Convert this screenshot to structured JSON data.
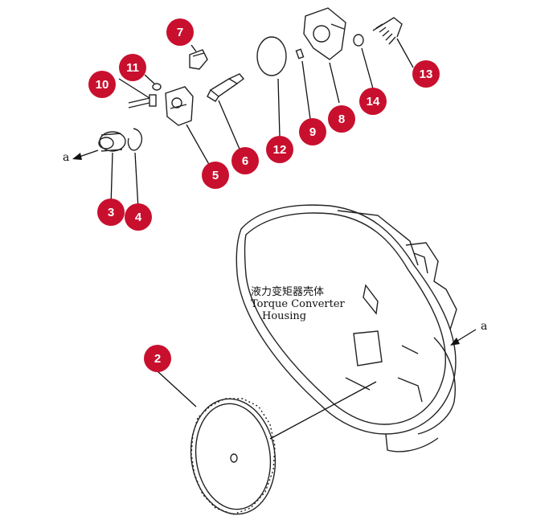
{
  "callouts": [
    {
      "id": "2",
      "label": "2"
    },
    {
      "id": "3",
      "label": "3"
    },
    {
      "id": "4",
      "label": "4"
    },
    {
      "id": "5",
      "label": "5"
    },
    {
      "id": "6",
      "label": "6"
    },
    {
      "id": "7",
      "label": "7"
    },
    {
      "id": "8",
      "label": "8"
    },
    {
      "id": "9",
      "label": "9"
    },
    {
      "id": "10",
      "label": "10"
    },
    {
      "id": "11",
      "label": "11"
    },
    {
      "id": "12",
      "label": "12"
    },
    {
      "id": "13",
      "label": "13"
    },
    {
      "id": "14",
      "label": "14"
    }
  ],
  "housing_label": {
    "chinese": "液力变矩器壳体",
    "line1": "Torque Converter",
    "line2": "Housing"
  },
  "arrow_labels": {
    "left": "a",
    "right": "a"
  },
  "colors": {
    "callout": "#c8102e",
    "line": "#222222"
  }
}
